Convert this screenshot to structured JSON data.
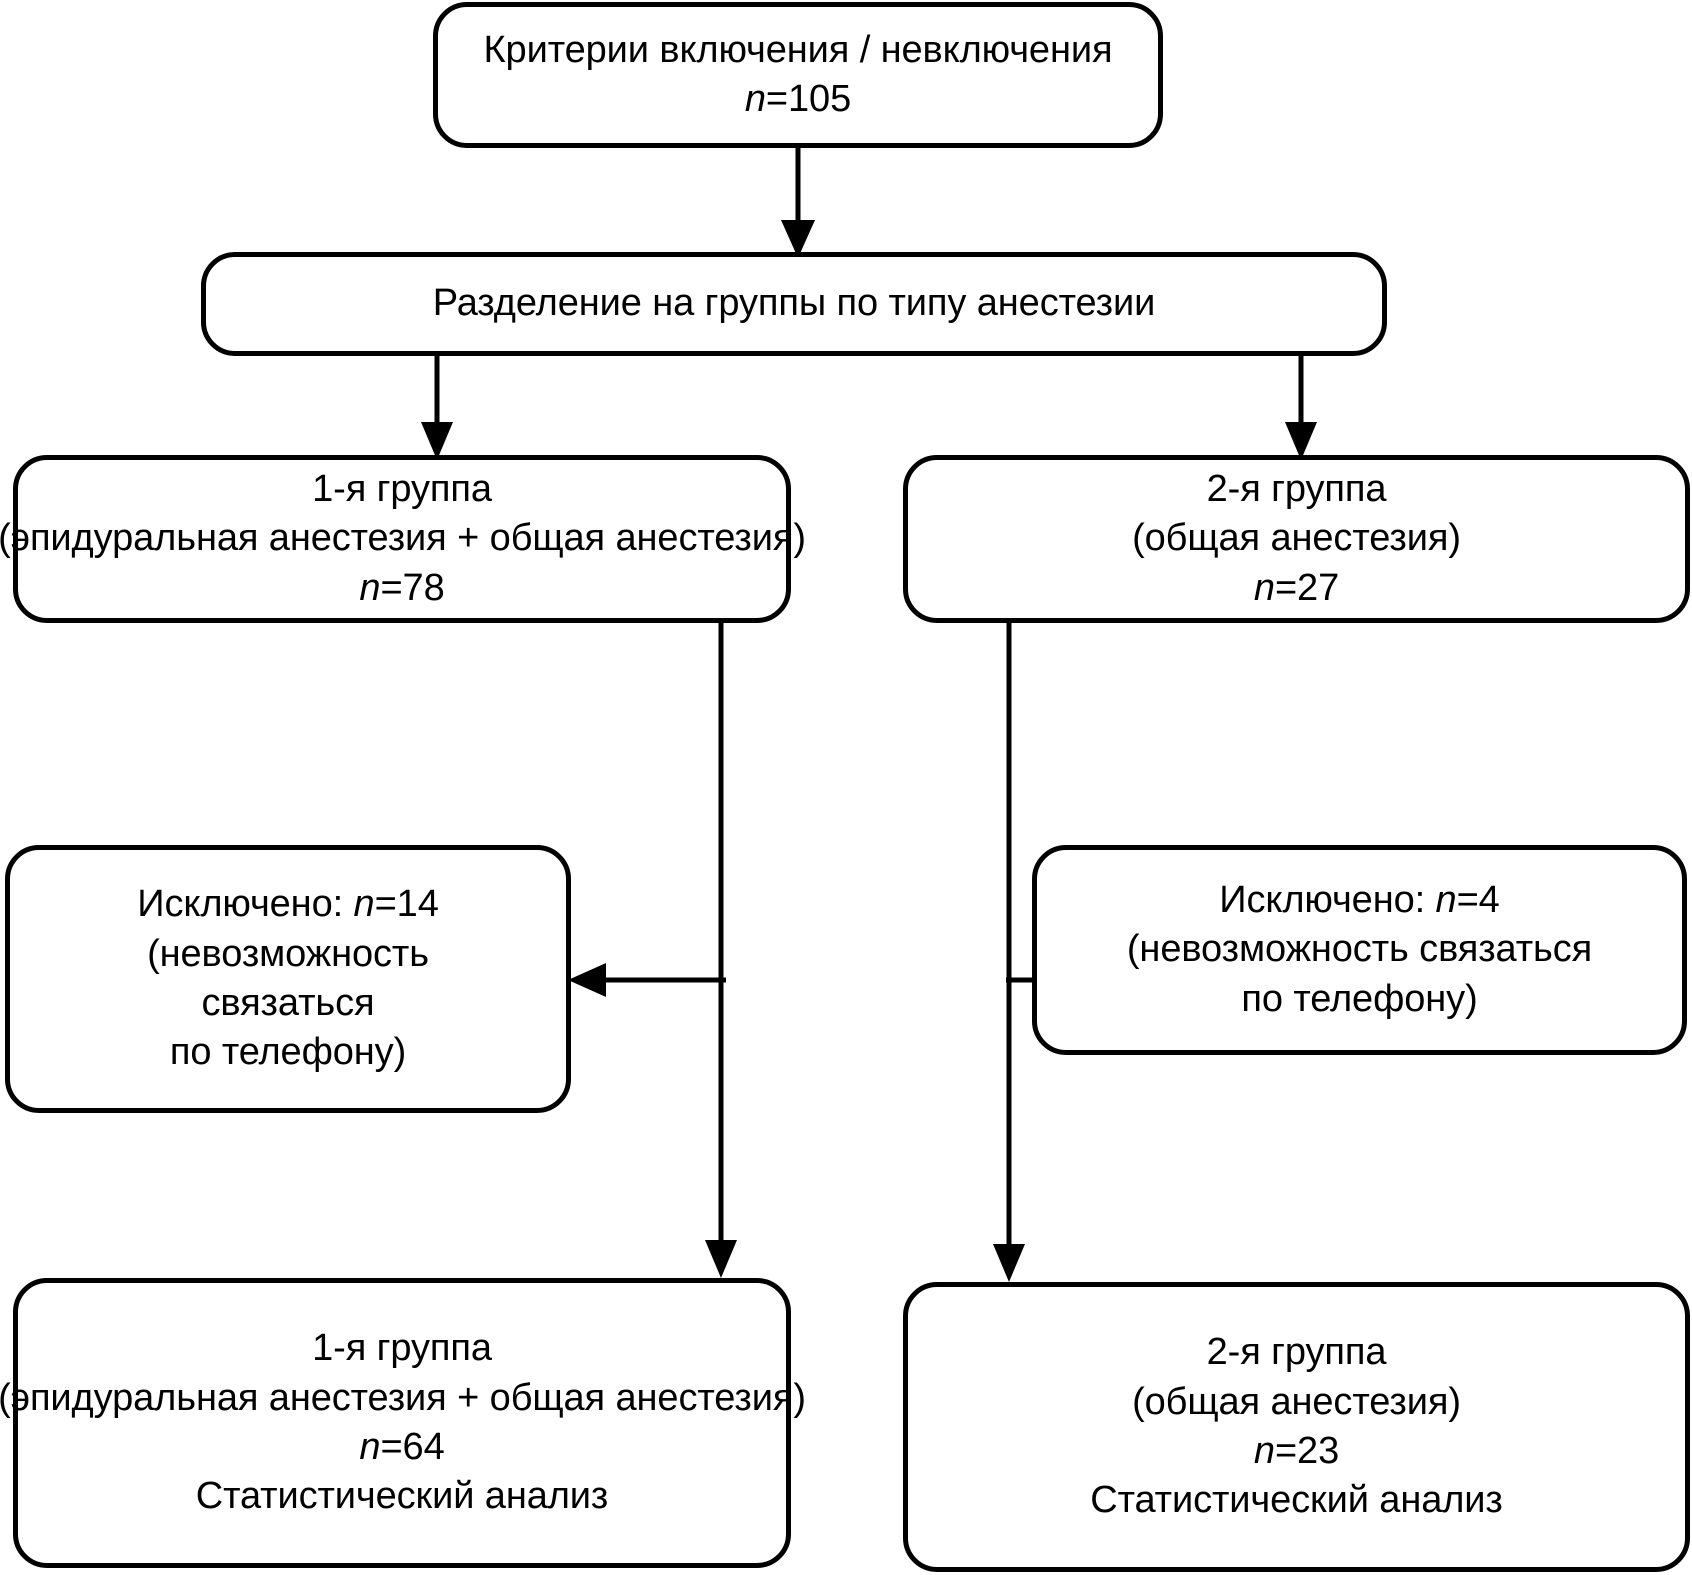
{
  "diagram": {
    "type": "flowchart",
    "title": "CONSORT-style patient allocation flow diagram",
    "language": "ru",
    "colors": {
      "stroke": "#000000",
      "fill": "#ffffff",
      "text": "#000000"
    },
    "nodes": [
      {
        "id": "inclusion",
        "lines": [
          {
            "text": "Критерии включения / невключения",
            "italic_prefix": ""
          },
          {
            "text": "=105",
            "italic_prefix": "n"
          }
        ]
      },
      {
        "id": "allocation",
        "lines": [
          {
            "text": "Разделение на группы по типу анестезии",
            "italic_prefix": ""
          }
        ]
      },
      {
        "id": "group1",
        "lines": [
          {
            "text": "1-я группа",
            "italic_prefix": ""
          },
          {
            "text": "(эпидуральная анестезия + общая анестезия)",
            "italic_prefix": ""
          },
          {
            "text": "=78",
            "italic_prefix": "n"
          }
        ]
      },
      {
        "id": "group2",
        "lines": [
          {
            "text": "2-я группа",
            "italic_prefix": ""
          },
          {
            "text": "(общая анестезия)",
            "italic_prefix": ""
          },
          {
            "text": "=27",
            "italic_prefix": "n"
          }
        ]
      },
      {
        "id": "excluded1",
        "lines": [
          {
            "text": "Исключено: ",
            "italic_suffix": "n",
            "tail": "=14"
          },
          {
            "text": "(невозможность",
            "italic_prefix": ""
          },
          {
            "text": "связаться",
            "italic_prefix": ""
          },
          {
            "text": "по телефону)",
            "italic_prefix": ""
          }
        ]
      },
      {
        "id": "excluded2",
        "lines": [
          {
            "text": "Исключено: ",
            "italic_suffix": "n",
            "tail": "=4"
          },
          {
            "text": "(невозможность связаться",
            "italic_prefix": ""
          },
          {
            "text": "по телефону)",
            "italic_prefix": ""
          }
        ]
      },
      {
        "id": "final1",
        "lines": [
          {
            "text": "1-я группа",
            "italic_prefix": ""
          },
          {
            "text": "(эпидуральная анестезия + общая анестезия)",
            "italic_prefix": ""
          },
          {
            "text": "=64",
            "italic_prefix": "n"
          },
          {
            "text": "Статистический анализ",
            "italic_prefix": ""
          }
        ]
      },
      {
        "id": "final2",
        "lines": [
          {
            "text": "2-я группа",
            "italic_prefix": ""
          },
          {
            "text": "(общая анестезия)",
            "italic_prefix": ""
          },
          {
            "text": "=23",
            "italic_prefix": "n"
          },
          {
            "text": "Статистический анализ",
            "italic_prefix": ""
          }
        ]
      }
    ],
    "text": {
      "inclusion_line1": "Критерии включения / невключения",
      "inclusion_n_var": "n",
      "inclusion_n_val": "=105",
      "allocation_line1": "Разделение на группы по типу анестезии",
      "group1_line1": "1-я группа",
      "group1_line2": "(эпидуральная анестезия + общая анестезия)",
      "group1_n_var": "n",
      "group1_n_val": "=78",
      "group2_line1": "2-я группа",
      "group2_line2": "(общая анестезия)",
      "group2_n_var": "n",
      "group2_n_val": "=27",
      "excluded1_label": "Исключено: ",
      "excluded1_n_var": "n",
      "excluded1_n_val": "=14",
      "excluded1_line2": "(невозможность",
      "excluded1_line3": "связаться",
      "excluded1_line4": "по телефону)",
      "excluded2_label": "Исключено: ",
      "excluded2_n_var": "n",
      "excluded2_n_val": "=4",
      "excluded2_line2": "(невозможность связаться",
      "excluded2_line3": "по телефону)",
      "final1_line1": "1-я группа",
      "final1_line2": "(эпидуральная анестезия + общая анестезия)",
      "final1_n_var": "n",
      "final1_n_val": "=64",
      "final1_line4": "Статистический анализ",
      "final2_line1": "2-я группа",
      "final2_line2": "(общая анестезия)",
      "final2_n_var": "n",
      "final2_n_val": "=23",
      "final2_line4": "Статистический анализ"
    },
    "counts": {
      "screened": 105,
      "group1_allocated": 78,
      "group2_allocated": 27,
      "group1_excluded": 14,
      "group2_excluded": 4,
      "group1_analyzed": 64,
      "group2_analyzed": 23
    }
  }
}
